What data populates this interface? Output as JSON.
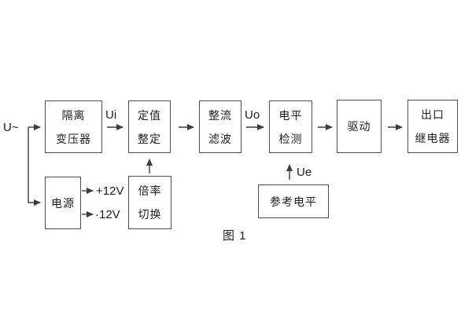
{
  "figure": {
    "caption": "图 1",
    "input_label": "U~",
    "signal_labels": {
      "ui": "Ui",
      "uo": "Uo",
      "ue": "Ue"
    },
    "power_labels": {
      "pos": "+12V",
      "neg": "·12V"
    },
    "blocks": [
      {
        "id": "isolation-transformer",
        "line1": "隔离",
        "line2": "变压器"
      },
      {
        "id": "setting-adjust",
        "line1": "定值",
        "line2": "整定"
      },
      {
        "id": "rectifier-filter",
        "line1": "整流",
        "line2": "滤波"
      },
      {
        "id": "level-detect",
        "line1": "电平",
        "line2": "检测"
      },
      {
        "id": "drive",
        "line1": "驱动",
        "line2": ""
      },
      {
        "id": "output-relay",
        "line1": "出口",
        "line2": "继电器"
      },
      {
        "id": "power-supply",
        "line1": "电源",
        "line2": ""
      },
      {
        "id": "ratio-switch",
        "line1": "倍率",
        "line2": "切换"
      },
      {
        "id": "reference-level",
        "line1": "参考电平",
        "line2": ""
      }
    ],
    "colors": {
      "background": "#ffffff",
      "line": "#3d3d3d",
      "box_border": "#4f4f4f",
      "text": "#1e1e1e"
    }
  }
}
